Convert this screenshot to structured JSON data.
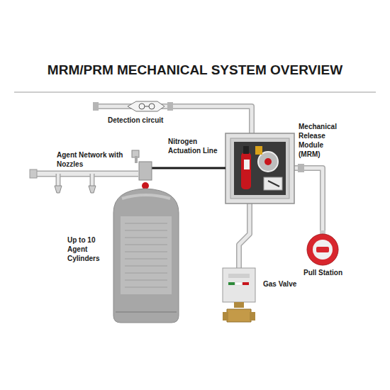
{
  "diagram": {
    "title": "MRM/PRM MECHANICAL SYSTEM OVERVIEW",
    "labels": [
      "Detection circuit",
      "Nitrogen Actuation Line",
      "Mechanical Release Module (MRM)",
      "Agent Network with Nozzles",
      "Up to 10 Agent Cylinders",
      "Pull Station",
      "Gas Valve"
    ]
  }
}
